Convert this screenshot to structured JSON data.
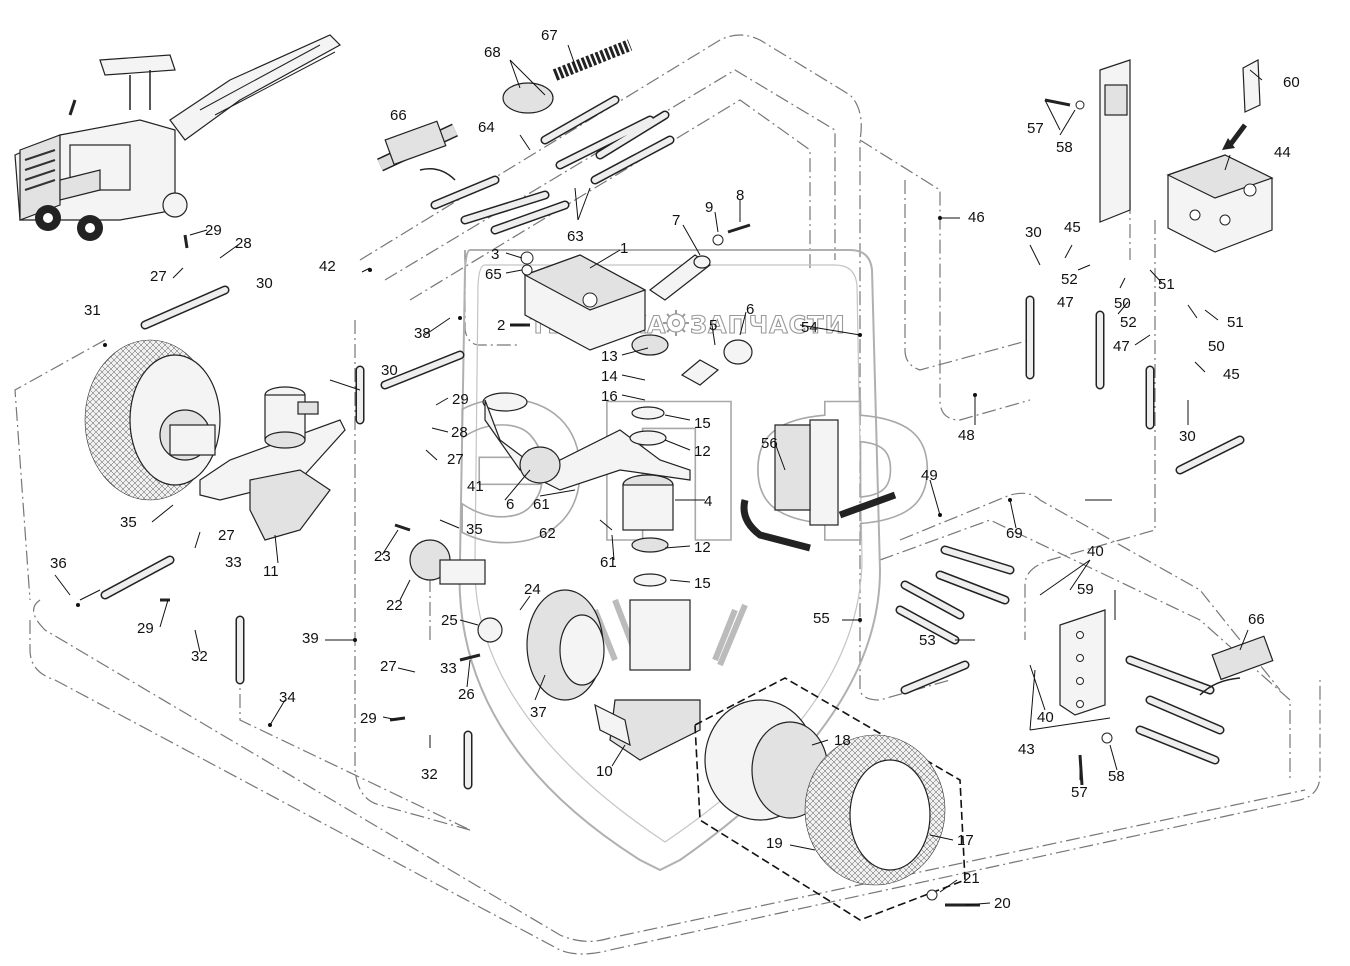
{
  "watermark": {
    "word_left": "ТЕХНИКА",
    "word_right": "ЗАПЧАСТИ",
    "big_letters": "ЭПФ"
  },
  "colors": {
    "line": "#222222",
    "pipe": "#777777",
    "watermark": "#a8a8a8"
  },
  "callouts": [
    "1",
    "2",
    "3",
    "4",
    "5",
    "6",
    "6",
    "7",
    "8",
    "9",
    "10",
    "11",
    "12",
    "12",
    "13",
    "14",
    "15",
    "15",
    "16",
    "17",
    "18",
    "19",
    "20",
    "21",
    "22",
    "23",
    "24",
    "25",
    "26",
    "27",
    "27",
    "27",
    "27",
    "28",
    "28",
    "29",
    "29",
    "29",
    "29",
    "30",
    "30",
    "30",
    "30",
    "31",
    "32",
    "32",
    "33",
    "33",
    "34",
    "35",
    "35",
    "36",
    "37",
    "38",
    "39",
    "40",
    "40",
    "41",
    "42",
    "43",
    "44",
    "45",
    "45",
    "46",
    "47",
    "47",
    "48",
    "49",
    "50",
    "50",
    "51",
    "51",
    "52",
    "52",
    "53",
    "54",
    "55",
    "56",
    "57",
    "57",
    "58",
    "58",
    "59",
    "60",
    "61",
    "61",
    "62",
    "63",
    "64",
    "65",
    "66",
    "66",
    "67",
    "68",
    "69"
  ]
}
